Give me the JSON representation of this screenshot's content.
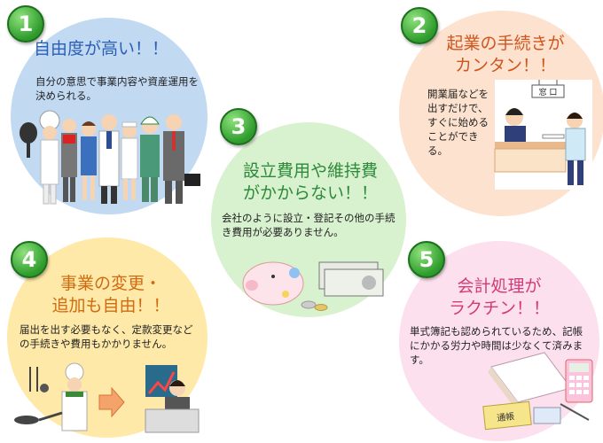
{
  "items": [
    {
      "number": "1",
      "title": "自由度が高い！！",
      "description": "自分の意思で事業内容や資産運用を決められる。"
    },
    {
      "number": "2",
      "title_line1": "起業の手続きが",
      "title_line2": "カンタン！！",
      "description": "開業届などを出すだけで、すぐに始めることができる。",
      "sign_text": "窓 口"
    },
    {
      "number": "3",
      "title_line1": "設立費用や維持費",
      "title_line2": "がかからない！！",
      "description": "会社のように設立・登記その他の手続き費用が必要ありません。"
    },
    {
      "number": "4",
      "title_line1": "事業の変更・",
      "title_line2": "追加も自由！！",
      "description": "届出を出す必要もなく、定款変更などの手続きや費用もかかりません。"
    },
    {
      "number": "5",
      "title_line1": "会計処理が",
      "title_line2": "ラクチン！！",
      "description": "単式簿記も認められているため、記帳にかかる労力や時間は少なくて済みます。",
      "bankbook_label": "通帳"
    }
  ],
  "colors": {
    "circle1": "#c2d9f2",
    "circle2": "#fde3cf",
    "circle3": "#d8f1cf",
    "circle4": "#ffe9a8",
    "circle5": "#fde0ee",
    "badge": "#2d9b2b"
  }
}
